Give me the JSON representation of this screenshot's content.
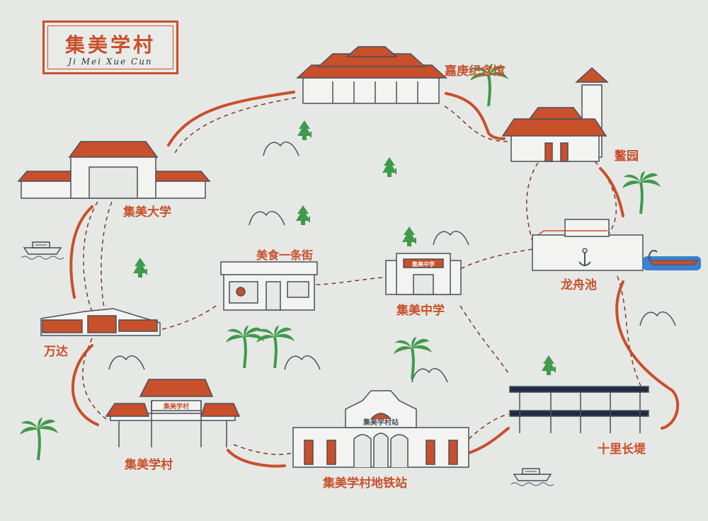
{
  "title": {
    "chinese": "集美学村",
    "pinyin": "Ji Mei Xue Cun"
  },
  "places": {
    "jiageng_memorial": "嘉庚纪念馆",
    "aoyuan": "鳌园",
    "jimei_university": "集美大学",
    "food_street": "美食一条街",
    "jimei_middle_school": "集美中学",
    "dragon_boat_pool": "龙舟池",
    "wanda": "万达",
    "jimei_village": "集美学村",
    "metro_station": "集美学村地铁站",
    "ten_li_embankment": "十里长堤"
  },
  "signs": {
    "school_gate": "集美中学",
    "village_gate": "集美学村",
    "station_facade": "集美学村站"
  },
  "colors": {
    "background": "#e6e8e5",
    "route_orange": "#c8502b",
    "ink": "#4a4f5a",
    "tree_green": "#3f9a4a",
    "water_blue": "#3d7fd0"
  }
}
